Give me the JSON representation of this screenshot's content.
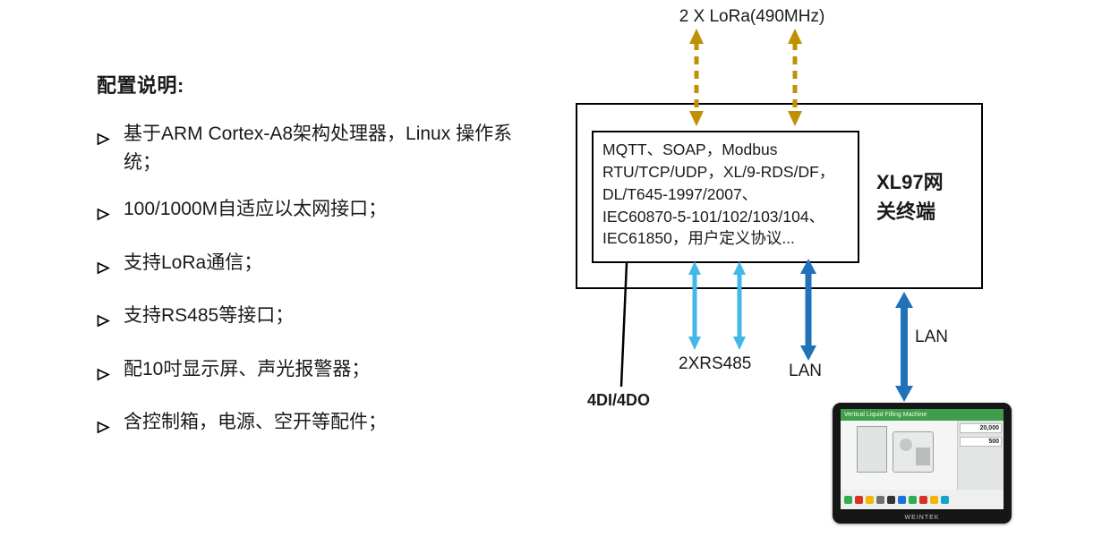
{
  "notes": {
    "title": "配置说明:",
    "items": [
      "基于ARM Cortex-A8架构处理器，Linux 操作系统；",
      "100/1000M自适应以太网接口；",
      "支持LoRa通信；",
      "支持RS485等接口；",
      "配10吋显示屏、声光报警器；",
      "含控制箱，电源、空开等配件；"
    ]
  },
  "diagram": {
    "top_label": "2 X LoRa(490MHz)",
    "gateway_label": "XL97网关终端",
    "protocols": [
      "MQTT、SOAP，Modbus",
      "RTU/TCP/UDP，XL/9-RDS/DF，",
      "DL/T645-1997/2007、",
      "IEC60870-5-101/102/103/104、",
      "IEC61850，用户定义协议..."
    ],
    "labels": {
      "dio": "4DI/4DO",
      "rs485": "2XRS485",
      "lan1": "LAN",
      "lan2": "LAN"
    },
    "colors": {
      "lora_arrow": "#BF9000",
      "rs485_arrow": "#41B8E8",
      "lan_arrow": "#2272B9",
      "dio_line": "#000000"
    }
  },
  "hmi": {
    "screen_title": "Vertical Liquid Filling Machine",
    "value1": "20,000",
    "value2": "500",
    "logo": "WEINTEK"
  }
}
